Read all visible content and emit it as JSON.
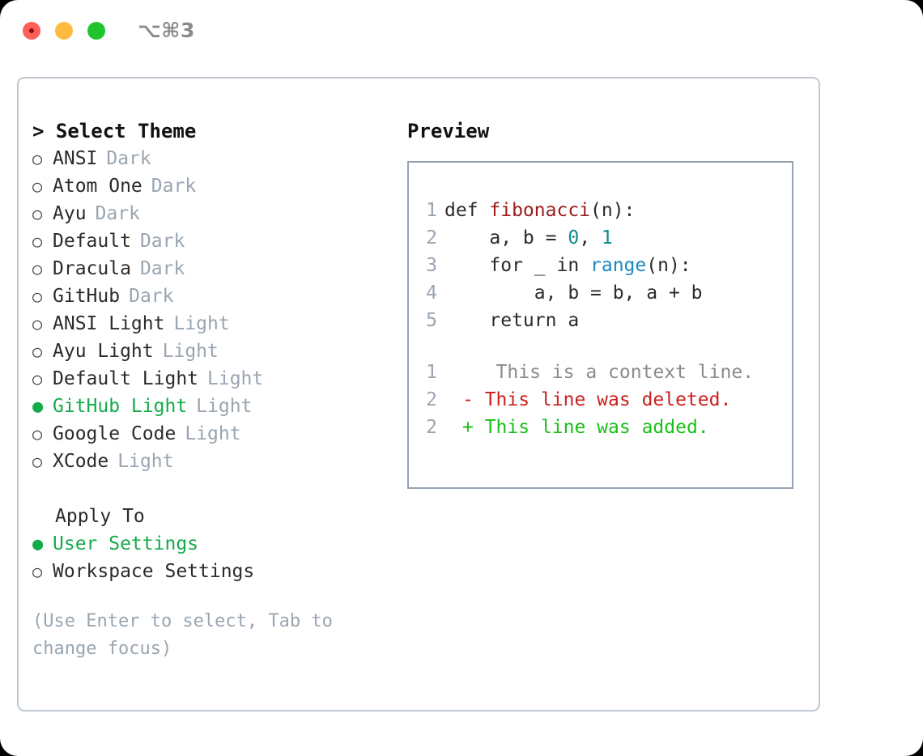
{
  "window": {
    "traffic_lights": [
      "close",
      "minimize",
      "maximize"
    ],
    "shortcut": "⌥⌘3"
  },
  "left": {
    "section_title": "> Select Theme",
    "themes": [
      {
        "bullet": "○",
        "name": "ANSI",
        "variant": "Dark",
        "selected": false
      },
      {
        "bullet": "○",
        "name": "Atom One",
        "variant": "Dark",
        "selected": false
      },
      {
        "bullet": "○",
        "name": "Ayu",
        "variant": "Dark",
        "selected": false
      },
      {
        "bullet": "○",
        "name": "Default",
        "variant": "Dark",
        "selected": false
      },
      {
        "bullet": "○",
        "name": "Dracula",
        "variant": "Dark",
        "selected": false
      },
      {
        "bullet": "○",
        "name": "GitHub",
        "variant": "Dark",
        "selected": false
      },
      {
        "bullet": "○",
        "name": "ANSI Light",
        "variant": "Light",
        "selected": false
      },
      {
        "bullet": "○",
        "name": "Ayu Light",
        "variant": "Light",
        "selected": false
      },
      {
        "bullet": "○",
        "name": "Default Light",
        "variant": "Light",
        "selected": false
      },
      {
        "bullet": "●",
        "name": "GitHub Light",
        "variant": "Light",
        "selected": true
      },
      {
        "bullet": "○",
        "name": "Google Code",
        "variant": "Light",
        "selected": false
      },
      {
        "bullet": "○",
        "name": "XCode",
        "variant": "Light",
        "selected": false
      }
    ],
    "apply_to": {
      "header": "Apply To",
      "options": [
        {
          "bullet": "●",
          "name": "User Settings",
          "selected": true
        },
        {
          "bullet": "○",
          "name": "Workspace Settings",
          "selected": false
        }
      ]
    },
    "hint": "(Use Enter to select, Tab to change focus)"
  },
  "right": {
    "preview_title": "Preview",
    "code_lines": [
      {
        "no": "1",
        "tokens": [
          {
            "t": "def ",
            "k": "plain"
          },
          {
            "t": "fibonacci",
            "k": "fn"
          },
          {
            "t": "(n):",
            "k": "plain"
          }
        ]
      },
      {
        "no": "2",
        "tokens": [
          {
            "t": "    a, b = ",
            "k": "plain"
          },
          {
            "t": "0",
            "k": "num"
          },
          {
            "t": ", ",
            "k": "plain"
          },
          {
            "t": "1",
            "k": "num"
          }
        ]
      },
      {
        "no": "3",
        "tokens": [
          {
            "t": "    for _ in ",
            "k": "plain"
          },
          {
            "t": "range",
            "k": "builtin"
          },
          {
            "t": "(n):",
            "k": "plain"
          }
        ]
      },
      {
        "no": "4",
        "tokens": [
          {
            "t": "        a, b = b, a + b",
            "k": "plain"
          }
        ]
      },
      {
        "no": "5",
        "tokens": [
          {
            "t": "    return a",
            "k": "plain"
          }
        ]
      }
    ],
    "diff_lines": [
      {
        "no": "1",
        "marker": " ",
        "text": "  This is a context line.",
        "kind": "context"
      },
      {
        "no": "2",
        "marker": "-",
        "text": " This line was deleted.",
        "kind": "del"
      },
      {
        "no": "2",
        "marker": "+",
        "text": " This line was added.",
        "kind": "add"
      }
    ]
  },
  "colors": {
    "accent_green": "#14ab4b",
    "muted": "#9aa5b1",
    "diff_add": "#18c018",
    "diff_del": "#cc1f1f",
    "token_fn": "#9b1c1c",
    "token_num": "#0d8a8a",
    "token_builtin": "#1a8ac0",
    "panel_border": "#bfc7d1"
  }
}
